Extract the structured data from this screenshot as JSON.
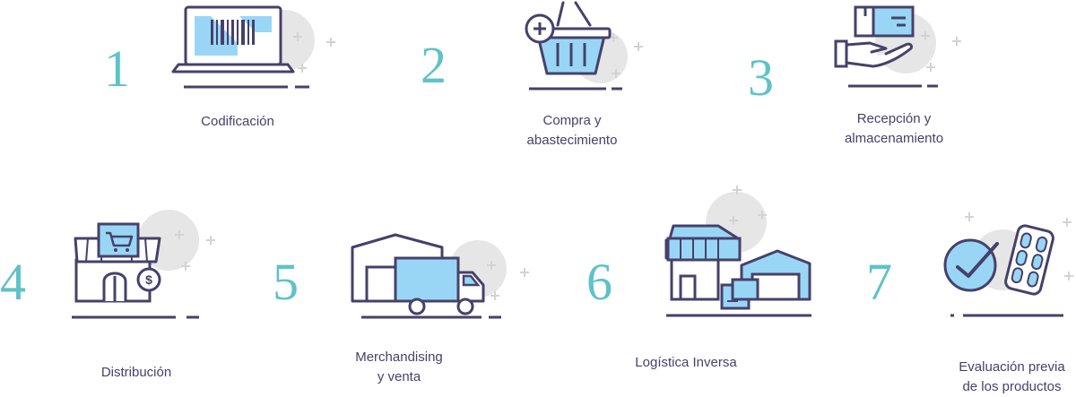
{
  "colors": {
    "number": "#5ec2c9",
    "stroke": "#46416a",
    "fill": "#99d6f6",
    "circle": "#e6e6e6",
    "plus": "#d3d3d3",
    "text": "#46416a"
  },
  "steps": [
    {
      "number": "1",
      "label": "Codificación",
      "icon": "barcode-laptop-icon"
    },
    {
      "number": "2",
      "label_lines": [
        "Compra y",
        "abastecimiento"
      ],
      "icon": "shopping-basket-add-icon"
    },
    {
      "number": "3",
      "label_lines": [
        "Recepción y",
        "almacenamiento"
      ],
      "icon": "hand-receiving-package-icon"
    },
    {
      "number": "4",
      "label": "Distribución",
      "icon": "store-cart-dollar-icon"
    },
    {
      "number": "5",
      "label_lines": [
        "Merchandising",
        "y venta"
      ],
      "icon": "warehouse-truck-icon"
    },
    {
      "number": "6",
      "label": "Logística Inversa",
      "icon": "store-warehouse-box-icon"
    },
    {
      "number": "7",
      "label_lines": [
        "Evaluación previa",
        "de los productos"
      ],
      "icon": "check-pill-pack-icon"
    }
  ]
}
